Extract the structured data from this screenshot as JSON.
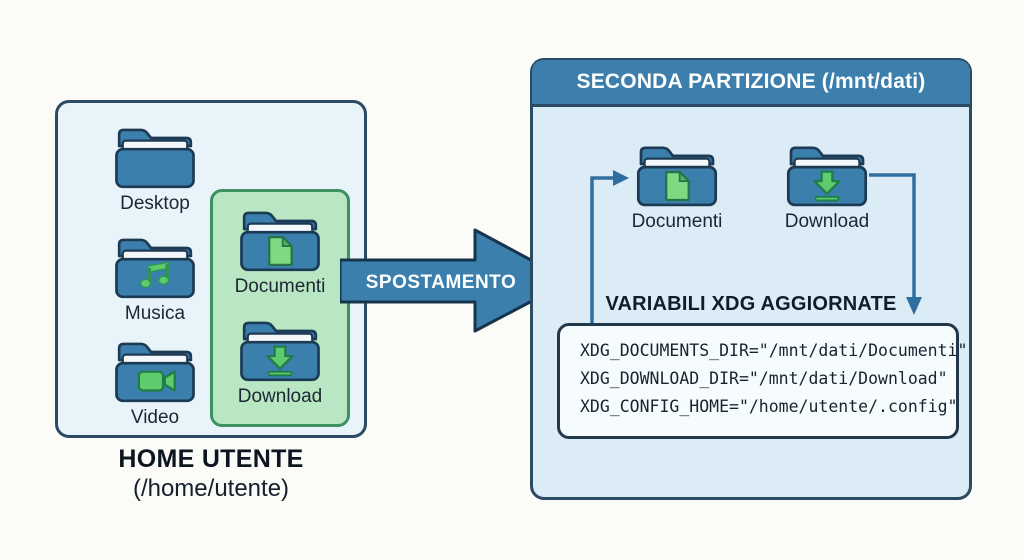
{
  "home": {
    "title": "HOME UTENTE",
    "path": "(/home/utente)",
    "folders": [
      {
        "label": "Desktop"
      },
      {
        "label": "Musica"
      },
      {
        "label": "Video"
      }
    ],
    "moved_group": {
      "folders": [
        {
          "label": "Documenti"
        },
        {
          "label": "Download"
        }
      ]
    }
  },
  "move_arrow": {
    "label": "SPOSTAMENTO"
  },
  "partition": {
    "header": "SECONDA PARTIZIONE (/mnt/dati)",
    "folders": [
      {
        "label": "Documenti"
      },
      {
        "label": "Download"
      }
    ],
    "variables_title": "VARIABILI XDG AGGIORNATE",
    "code_lines": [
      "XDG_DOCUMENTS_DIR=\"/mnt/dati/Documenti\"",
      "XDG_DOWNLOAD_DIR=\"/mnt/dati/Download\"",
      "XDG_CONFIG_HOME=\"/home/utente/.config\""
    ]
  },
  "colors": {
    "folder_blue": "#3b7fad",
    "outline_navy": "#1c3a53",
    "home_box_bg": "#e9f3fa",
    "highlight_green_bg": "#b9e7c3",
    "highlight_green_border": "#3f9060",
    "accent_green": "#5ecb6e",
    "accent_green_dark": "#1f7d46",
    "partition_bg": "#dcecf7",
    "header_blue": "#3c7fad",
    "connector_blue": "#2f6e9e",
    "code_box_bg": "#f6fbfe"
  }
}
